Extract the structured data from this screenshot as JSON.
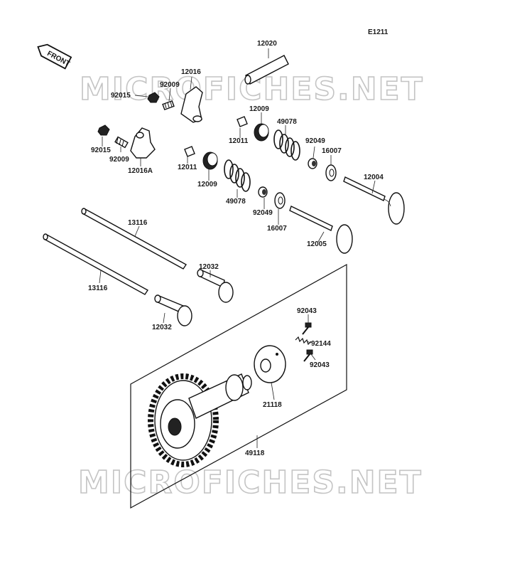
{
  "diagram_code": "E1211",
  "front_label": "FRONT",
  "watermark": "MICROFICHES.NET",
  "parts": [
    {
      "id": "p12020",
      "number": "12020"
    },
    {
      "id": "p12016",
      "number": "12016"
    },
    {
      "id": "p92015a",
      "number": "92015"
    },
    {
      "id": "p92009a",
      "number": "92009"
    },
    {
      "id": "p12009a",
      "number": "12009"
    },
    {
      "id": "p49078a",
      "number": "49078"
    },
    {
      "id": "p12011a",
      "number": "12011"
    },
    {
      "id": "p92049a",
      "number": "92049"
    },
    {
      "id": "p16007a",
      "number": "16007"
    },
    {
      "id": "p92015b",
      "number": "92015"
    },
    {
      "id": "p92009b",
      "number": "92009"
    },
    {
      "id": "p12016A",
      "number": "12016A"
    },
    {
      "id": "p12011b",
      "number": "12011"
    },
    {
      "id": "p12004",
      "number": "12004"
    },
    {
      "id": "p12009b",
      "number": "12009"
    },
    {
      "id": "p49078b",
      "number": "49078"
    },
    {
      "id": "p92049b",
      "number": "92049"
    },
    {
      "id": "p16007b",
      "number": "16007"
    },
    {
      "id": "p13116a",
      "number": "13116"
    },
    {
      "id": "p12005",
      "number": "12005"
    },
    {
      "id": "p12032a",
      "number": "12032"
    },
    {
      "id": "p13116b",
      "number": "13116"
    },
    {
      "id": "p12032b",
      "number": "12032"
    },
    {
      "id": "p92043a",
      "number": "92043"
    },
    {
      "id": "p92144",
      "number": "92144"
    },
    {
      "id": "p92043b",
      "number": "92043"
    },
    {
      "id": "p21118",
      "number": "21118"
    },
    {
      "id": "p49118",
      "number": "49118"
    }
  ]
}
